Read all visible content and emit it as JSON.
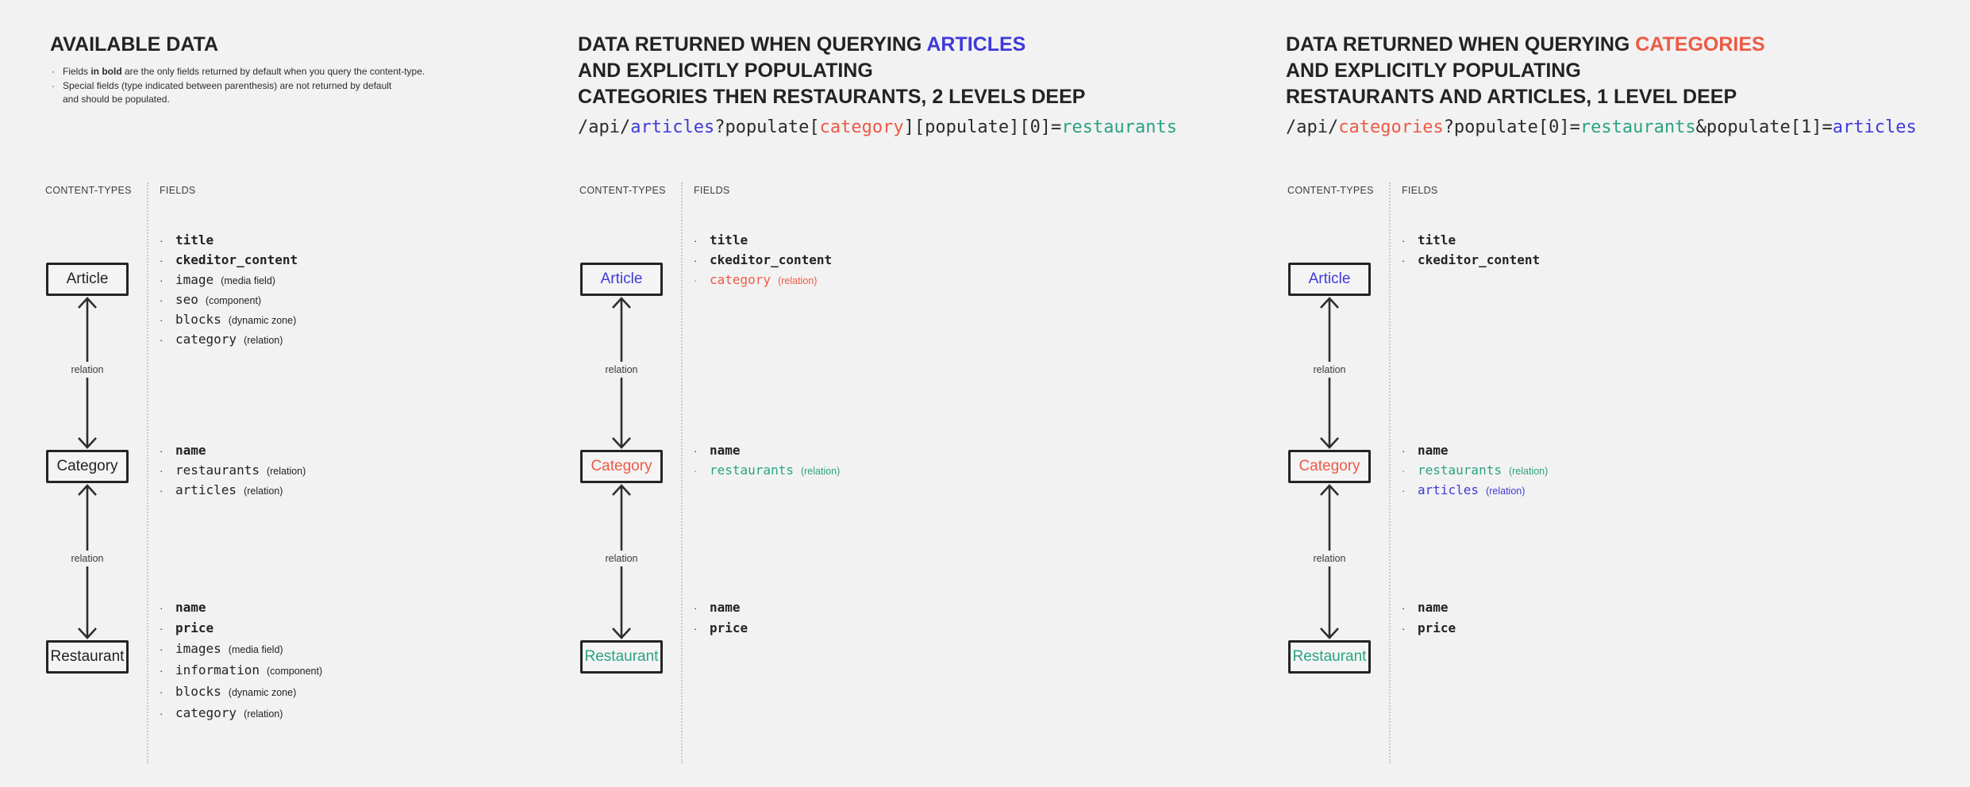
{
  "colors": {
    "blue": "#3f3ada",
    "red": "#ed5a45",
    "teal": "#2aa383",
    "dark": "#232323",
    "background": "#f2f2f2"
  },
  "labels": {
    "content_types": "CONTENT-TYPES",
    "fields": "FIELDS",
    "relation": "relation",
    "bullet": "·"
  },
  "columns": [
    {
      "title_lines": [
        [
          {
            "t": "AVAILABLE DATA"
          }
        ]
      ],
      "notes": [
        {
          "segments": [
            {
              "t": "Fields "
            },
            {
              "t": "in bold",
              "b": true
            },
            {
              "t": " are the only fields returned by default when you query the content-type."
            }
          ]
        },
        {
          "segments": [
            {
              "t": "Special fields (type indicated between parenthesis) are not returned by default\nand should be populated."
            }
          ]
        }
      ],
      "api_segments": [],
      "boxes": [
        {
          "name": "Article",
          "color": "dark",
          "fields": [
            {
              "name": "title",
              "bold": true
            },
            {
              "name": "ckeditor_content",
              "bold": true
            },
            {
              "name": "image",
              "type": "(media field)"
            },
            {
              "name": "seo",
              "type": "(component)"
            },
            {
              "name": "blocks",
              "type": "(dynamic zone)"
            },
            {
              "name": "category",
              "type": "(relation)"
            }
          ]
        },
        {
          "name": "Category",
          "color": "dark",
          "fields": [
            {
              "name": "name",
              "bold": true
            },
            {
              "name": "restaurants",
              "type": "(relation)"
            },
            {
              "name": "articles",
              "type": "(relation)"
            }
          ]
        },
        {
          "name": "Restaurant",
          "color": "dark",
          "fields": [
            {
              "name": "name",
              "bold": true
            },
            {
              "name": "price",
              "bold": true
            },
            {
              "name": "images",
              "type": "(media field)"
            },
            {
              "name": "information",
              "type": "(component)"
            },
            {
              "name": "blocks",
              "type": "(dynamic zone)"
            },
            {
              "name": "category",
              "type": "(relation)"
            }
          ]
        }
      ]
    },
    {
      "title_lines": [
        [
          {
            "t": "DATA RETURNED WHEN QUERYING "
          },
          {
            "t": "ARTICLES",
            "color": "blue"
          }
        ],
        [
          {
            "t": "AND EXPLICITLY POPULATING"
          }
        ],
        [
          {
            "t": "CATEGORIES THEN RESTAURANTS, 2 LEVELS DEEP"
          }
        ]
      ],
      "notes": [],
      "api_segments": [
        {
          "t": "/api/"
        },
        {
          "t": "articles",
          "color": "blue"
        },
        {
          "t": "?populate["
        },
        {
          "t": "category",
          "color": "red"
        },
        {
          "t": "][populate][0]="
        },
        {
          "t": "restaurants",
          "color": "teal"
        }
      ],
      "boxes": [
        {
          "name": "Article",
          "color": "blue",
          "fields": [
            {
              "name": "title",
              "bold": true
            },
            {
              "name": "ckeditor_content",
              "bold": true
            },
            {
              "name": "category",
              "type": "(relation)",
              "color": "red"
            }
          ]
        },
        {
          "name": "Category",
          "color": "red",
          "fields": [
            {
              "name": "name",
              "bold": true
            },
            {
              "name": "restaurants",
              "type": "(relation)",
              "color": "teal"
            }
          ]
        },
        {
          "name": "Restaurant",
          "color": "teal",
          "fields": [
            {
              "name": "name",
              "bold": true
            },
            {
              "name": "price",
              "bold": true
            }
          ]
        }
      ]
    },
    {
      "title_lines": [
        [
          {
            "t": "DATA RETURNED WHEN QUERYING "
          },
          {
            "t": "CATEGORIES",
            "color": "red"
          }
        ],
        [
          {
            "t": "AND EXPLICITLY POPULATING"
          }
        ],
        [
          {
            "t": "RESTAURANTS AND ARTICLES, 1 LEVEL DEEP"
          }
        ]
      ],
      "notes": [],
      "api_segments": [
        {
          "t": "/api/"
        },
        {
          "t": "categories",
          "color": "red"
        },
        {
          "t": "?populate[0]="
        },
        {
          "t": "restaurants",
          "color": "teal"
        },
        {
          "t": "&populate[1]="
        },
        {
          "t": "articles",
          "color": "blue"
        }
      ],
      "boxes": [
        {
          "name": "Article",
          "color": "blue",
          "fields": [
            {
              "name": "title",
              "bold": true
            },
            {
              "name": "ckeditor_content",
              "bold": true
            }
          ]
        },
        {
          "name": "Category",
          "color": "red",
          "fields": [
            {
              "name": "name",
              "bold": true
            },
            {
              "name": "restaurants",
              "type": "(relation)",
              "color": "teal"
            },
            {
              "name": "articles",
              "type": "(relation)",
              "color": "blue"
            }
          ]
        },
        {
          "name": "Restaurant",
          "color": "teal",
          "fields": [
            {
              "name": "name",
              "bold": true
            },
            {
              "name": "price",
              "bold": true
            }
          ]
        }
      ]
    }
  ]
}
